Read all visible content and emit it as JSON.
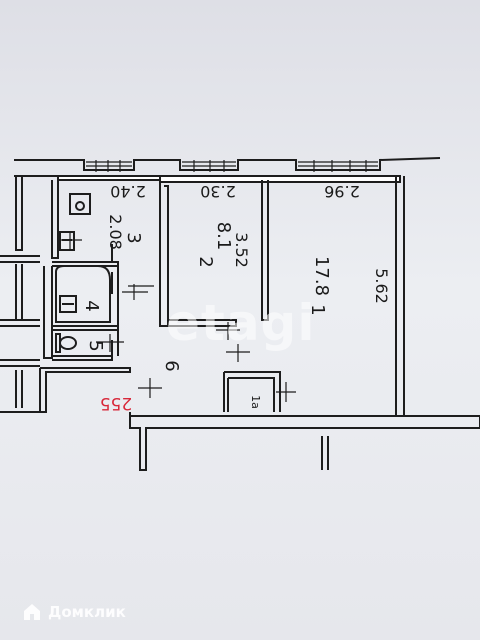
{
  "plan": {
    "dimensions": {
      "kitchen_width": "2.40",
      "room2_width": "2.30",
      "room1_width": "2.96",
      "kitchen_depth": "2.08",
      "room2_depth": "3.52",
      "room1_depth": "5.62"
    },
    "rooms": {
      "kitchen_no": "3",
      "room2_no": "2",
      "room2_area": "8.1",
      "room1_no": "1",
      "room1_area": "17.8",
      "bath_no": "4",
      "wc_no": "5",
      "hall_no": "6",
      "closet_no": "1a"
    },
    "mark_255": "255",
    "watermark": "etagi"
  },
  "brand": {
    "name": "Домклик",
    "icon": "house-logo-icon"
  },
  "colors": {
    "ink": "#1a1a1a",
    "red_mark": "#d8283a",
    "paper": "#e9e9ee"
  }
}
